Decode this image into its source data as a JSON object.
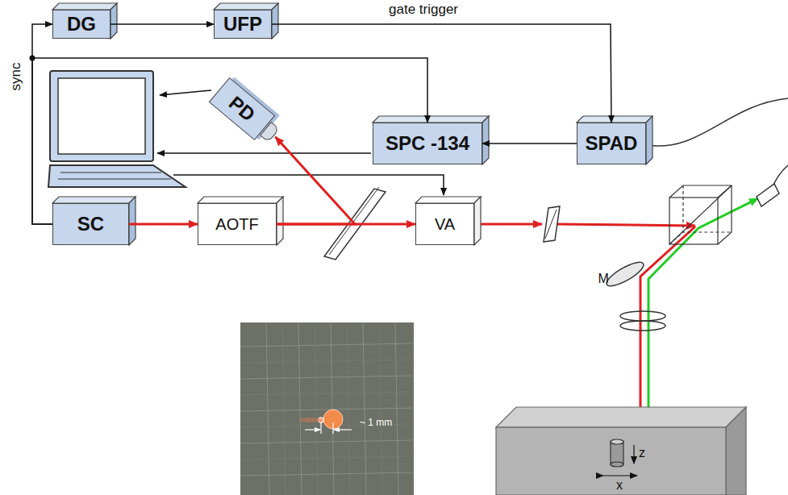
{
  "diagram": {
    "nodes": [
      {
        "text": [
          "DG"
        ]
      },
      {
        "text": [
          "UFP"
        ]
      },
      {
        "text": [
          "PD"
        ]
      },
      {
        "text": [
          "SPC -134"
        ]
      },
      {
        "text": [
          "SPAD"
        ]
      },
      {
        "text": [
          "SC"
        ]
      },
      {
        "text": [
          "AOTF"
        ]
      },
      {
        "text": [
          "VA"
        ]
      }
    ],
    "edges": [
      {
        "from": 0,
        "to": 1,
        "arrow": "to"
      },
      {
        "from": 1,
        "to": 4,
        "label": "gate trigger",
        "arrow": "to"
      },
      {
        "from": 4,
        "to": 3,
        "arrow": "to"
      },
      {
        "from": 5,
        "to": 0,
        "label": "sync",
        "arrow": "to"
      },
      {
        "from": 5,
        "to": 3,
        "arrow": "to"
      },
      {
        "from": 5,
        "to": 6,
        "arrow": "to"
      },
      {
        "from": 6,
        "to": 2,
        "arrow": "to"
      },
      {
        "from": 6,
        "to": 7,
        "arrow": "to"
      }
    ],
    "labels": [
      "M",
      "~ 1 mm",
      "z",
      "x"
    ]
  }
}
